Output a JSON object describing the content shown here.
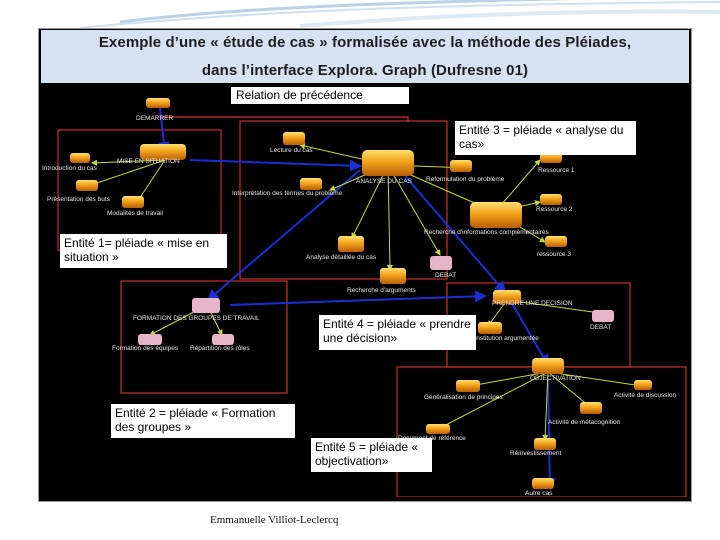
{
  "slide": {
    "title_line1": "Exemple d’une « étude de cas » formalisée avec la méthode des Pléiades,",
    "title_line2": "dans l’interface Explora. Graph (Dufresne 01)",
    "relation_label": "Relation de précédence",
    "footer": "Emmanuelle Villiot-Leclercq"
  },
  "callouts": [
    {
      "id": "entite-1",
      "text": "Entité 1= pléiade « mise en situation »"
    },
    {
      "id": "entite-2",
      "text": "Entité 2 = pléiade « Formation des groupes »"
    },
    {
      "id": "entite-3",
      "text": "Entité 3 = pléiade « analyse du cas»"
    },
    {
      "id": "entite-4",
      "text": "Entité 4 = pléiade « prendre une décision»"
    },
    {
      "id": "entite-5",
      "text": "Entité 5 = pléiade « objectivation»"
    }
  ],
  "nodes": [
    {
      "id": "demarrer",
      "label": "DEMARRER"
    },
    {
      "id": "mise",
      "label": "MISE EN SITUATION"
    },
    {
      "id": "intro",
      "label": "Introduction du cas"
    },
    {
      "id": "present",
      "label": "Présentation des buts"
    },
    {
      "id": "modal",
      "label": "Modalités de travail"
    },
    {
      "id": "lecture",
      "label": "Lecture du cas"
    },
    {
      "id": "analyse",
      "label": "ANALYSE DU CAS"
    },
    {
      "id": "interp",
      "label": "Interprétation des termes du problème"
    },
    {
      "id": "reform",
      "label": "Reformulation du problème"
    },
    {
      "id": "res1",
      "label": "Ressource 1"
    },
    {
      "id": "res2",
      "label": "Ressource 2"
    },
    {
      "id": "res3",
      "label": "ressource 3"
    },
    {
      "id": "rech",
      "label": "Recherche d'informations complémentaires"
    },
    {
      "id": "detail",
      "label": "Analyse détaillée du cas"
    },
    {
      "id": "debat1",
      "label": "DEBAT"
    },
    {
      "id": "rarg",
      "label": "Recherche d'arguments"
    },
    {
      "id": "formation",
      "label": "FORMATION DES GROUPES DE TRAVAIL"
    },
    {
      "id": "fequipes",
      "label": "Formation des équipes"
    },
    {
      "id": "roles",
      "label": "Répartition des rôles"
    },
    {
      "id": "prendre",
      "label": "PRENDRE UNE DECISION"
    },
    {
      "id": "debat2",
      "label": "DEBAT"
    },
    {
      "id": "constit",
      "label": "Constitution argumentée"
    },
    {
      "id": "objectiv",
      "label": "OBJECTIVATION"
    },
    {
      "id": "general",
      "label": "Généralisation de principes"
    },
    {
      "id": "actdisc",
      "label": "Activité de discussion"
    },
    {
      "id": "actmeta",
      "label": "Activité de métacognition"
    },
    {
      "id": "docref",
      "label": "Document de référence"
    },
    {
      "id": "reinv",
      "label": "Réinvestissement"
    },
    {
      "id": "autre",
      "label": "Autre cas"
    }
  ],
  "colors": {
    "node_fill": "#f3a21a",
    "node_highlight": "#ffe070",
    "selected_node": "#e8b4c8",
    "edge_blue": "#1a2fd0",
    "edge_yellow": "#c8d838",
    "entity_frame": "#c8302a",
    "title_bg": "#d6e2f4"
  }
}
